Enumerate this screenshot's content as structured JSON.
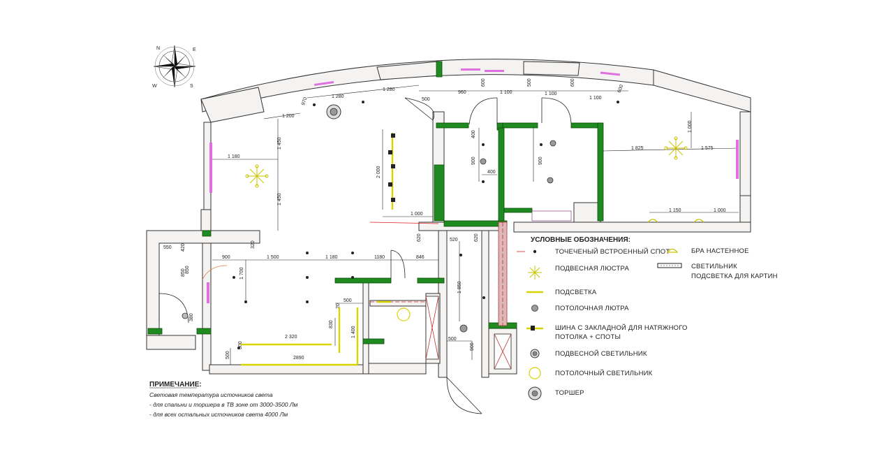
{
  "compass": {
    "labels": [
      "N",
      "E",
      "S",
      "W"
    ]
  },
  "dimensions": [
    {
      "id": "d1",
      "text": "1 280"
    },
    {
      "id": "d2",
      "text": "1 280"
    },
    {
      "id": "d3",
      "text": "970"
    },
    {
      "id": "d4",
      "text": "500"
    },
    {
      "id": "d5",
      "text": "960"
    },
    {
      "id": "d6",
      "text": "600"
    },
    {
      "id": "d7",
      "text": "1 100"
    },
    {
      "id": "d8",
      "text": "500"
    },
    {
      "id": "d9",
      "text": "1 100"
    },
    {
      "id": "d10",
      "text": "600"
    },
    {
      "id": "d11",
      "text": "1 100"
    },
    {
      "id": "d12",
      "text": "600"
    },
    {
      "id": "d13",
      "text": "1 200"
    },
    {
      "id": "d14",
      "text": "1 450"
    },
    {
      "id": "d15",
      "text": "1 180"
    },
    {
      "id": "d16",
      "text": "1 450"
    },
    {
      "id": "d17",
      "text": "2 000"
    },
    {
      "id": "d18",
      "text": "1 000"
    },
    {
      "id": "d19",
      "text": "400"
    },
    {
      "id": "d20",
      "text": "900"
    },
    {
      "id": "d21",
      "text": "400"
    },
    {
      "id": "d22",
      "text": "900"
    },
    {
      "id": "d23",
      "text": "1 000"
    },
    {
      "id": "d24",
      "text": "1 825"
    },
    {
      "id": "d25",
      "text": "1 575"
    },
    {
      "id": "d26",
      "text": "1 150"
    },
    {
      "id": "d27",
      "text": "1 000"
    },
    {
      "id": "d28",
      "text": "550"
    },
    {
      "id": "d29",
      "text": "420"
    },
    {
      "id": "d30",
      "text": "850"
    },
    {
      "id": "d31",
      "text": "900"
    },
    {
      "id": "d32",
      "text": "1 500"
    },
    {
      "id": "d33",
      "text": "1 180"
    },
    {
      "id": "d34",
      "text": "1180"
    },
    {
      "id": "d35",
      "text": "846"
    },
    {
      "id": "d36",
      "text": "1 700"
    },
    {
      "id": "d37",
      "text": "320"
    },
    {
      "id": "d38",
      "text": "620"
    },
    {
      "id": "d39",
      "text": "520"
    },
    {
      "id": "d40",
      "text": "620"
    },
    {
      "id": "d41",
      "text": "1 850"
    },
    {
      "id": "d42",
      "text": "380"
    },
    {
      "id": "d43",
      "text": "500"
    },
    {
      "id": "d44",
      "text": "20"
    },
    {
      "id": "d45",
      "text": "2 320"
    },
    {
      "id": "d46",
      "text": "830"
    },
    {
      "id": "d47",
      "text": "1 400"
    },
    {
      "id": "d48",
      "text": "2890"
    },
    {
      "id": "d49",
      "text": "500"
    },
    {
      "id": "d50",
      "text": "500"
    },
    {
      "id": "d51",
      "text": "900"
    },
    {
      "id": "d52",
      "text": "300"
    },
    {
      "id": "d53",
      "text": "850"
    }
  ],
  "legend": {
    "title": "УСЛОВНЫЕ ОБОЗНАЧЕНИЯ:",
    "items": [
      {
        "icon": "recessed-spot-icon",
        "label": "ТОЧЕЧЕНЫЙ ВСТРОЕННЫЙ СПОТ"
      },
      {
        "icon": "pendant-chandelier-icon",
        "label": "ПОДВЕСНАЯ ЛЮСТРА"
      },
      {
        "icon": "led-strip-icon",
        "label": "ПОДСВЕТКА"
      },
      {
        "icon": "ceiling-chandelier-icon",
        "label": "ПОТОЛОЧНАЯ ЛЮТРА"
      },
      {
        "icon": "track-rail-icon",
        "label": "ШИНА С ЗАКЛАДНОЙ ДЛЯ НАТЯЖНОГО",
        "label2": "ПОТОЛКА + СПОТЫ"
      },
      {
        "icon": "pendant-lamp-icon",
        "label": "ПОДВЕСНОЙ СВЕТИЛЬНИК"
      },
      {
        "icon": "ceiling-lamp-icon",
        "label": "ПОТОЛОЧНЫЙ СВЕТИЛЬНИК"
      },
      {
        "icon": "floor-lamp-icon",
        "label": "ТОРШЕР"
      }
    ],
    "items_right": [
      {
        "icon": "wall-sconce-icon",
        "label": "БРА НАСТЕННОЕ"
      },
      {
        "icon": "picture-light-icon",
        "label": "СВЕТИЛЬНИК",
        "label2": "ПОДСВЕТКА ДЛЯ КАРТИН"
      }
    ]
  },
  "note": {
    "title": "ПРИМЕЧАНИЕ:",
    "lines": [
      "Световая температура источников света",
      "- для спальни и торшера в ТВ зоне от 3000-3500 Лм",
      "- для всех остальных источников света 4000 Лм"
    ]
  },
  "colors": {
    "wall_fill": "#f4f3f2",
    "green_partition": "#1f8a1f",
    "led_strip": "#d8d400",
    "sconce": "#c8c300",
    "picture_light": "#e070e0",
    "red_axis": "#e02020"
  }
}
